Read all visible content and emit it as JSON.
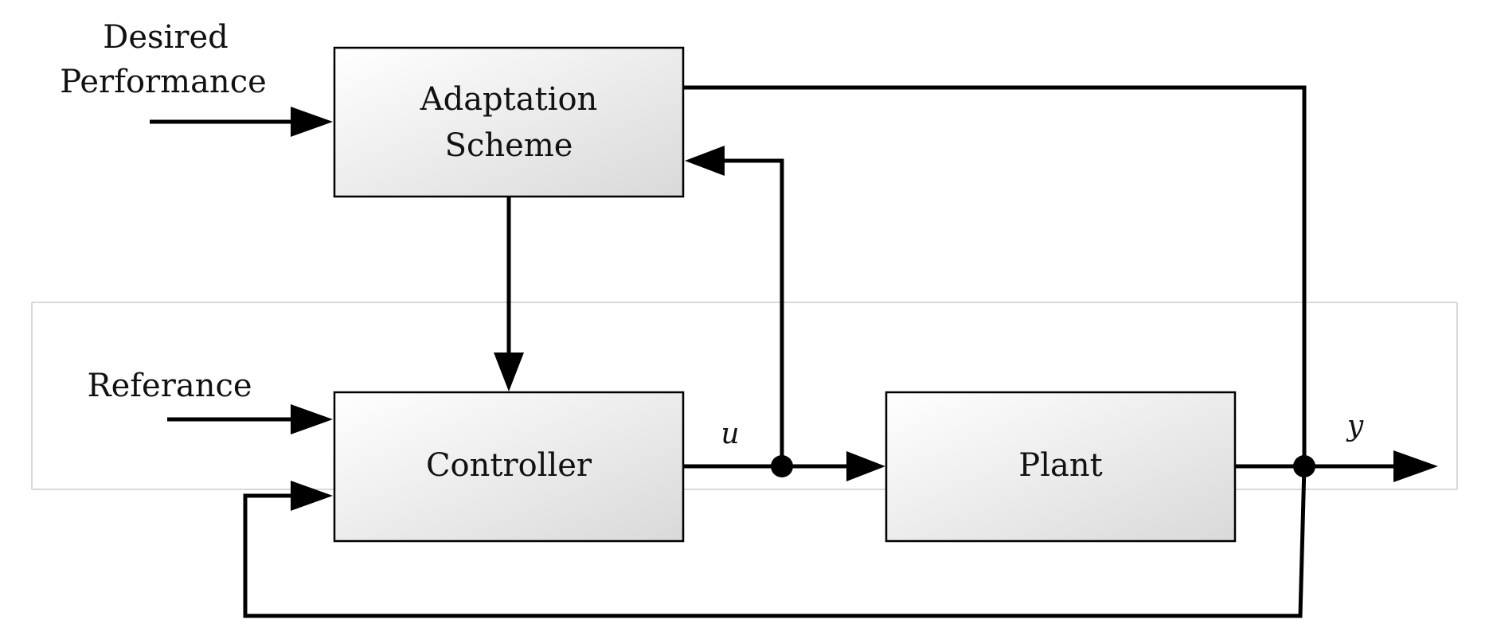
{
  "diagram": {
    "blocks": {
      "adaptation": {
        "line1": "Adaptation",
        "line2": "Scheme"
      },
      "controller": {
        "label": "Controller"
      },
      "plant": {
        "label": "Plant"
      }
    },
    "inputs": {
      "desired_performance": {
        "line1": "Desired",
        "line2": "Performance"
      },
      "reference": {
        "label": "Referance"
      }
    },
    "signals": {
      "u": "u",
      "y": "y"
    },
    "colors": {
      "block_fill_light": "#ffffff",
      "block_fill_dark": "#d9d9d9",
      "line": "#000000",
      "background": "#ffffff"
    }
  }
}
